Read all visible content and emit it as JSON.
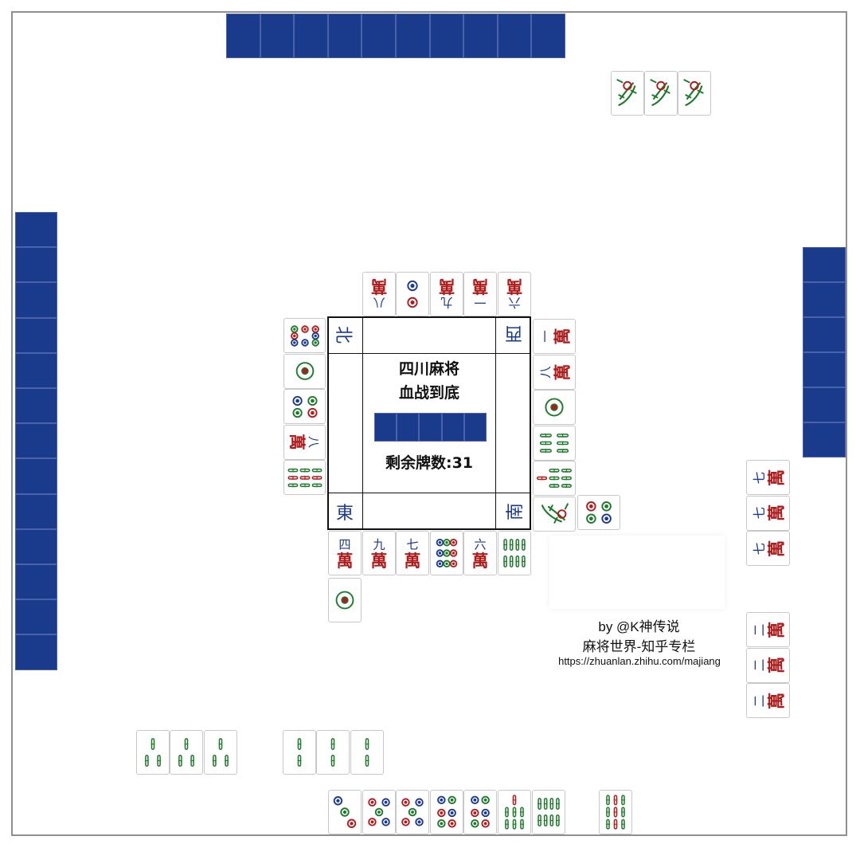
{
  "colors": {
    "back": "#1a3a8c",
    "wan_red": "#b01c1c",
    "bamboo_green": "#1d7a2a",
    "dot_blue": "#1b3a8f"
  },
  "game": {
    "title_line1": "四川麻将",
    "title_line2": "血战到底",
    "remaining_label": "剩余牌数:",
    "remaining_count": "31",
    "winds": {
      "north": "北",
      "west": "西",
      "east": "東",
      "south": "南"
    }
  },
  "credit": {
    "by": "by @K神传说",
    "column": "麻将世界-知乎专栏",
    "url": "https://zhuanlan.zhihu.com/majiang"
  },
  "hands": {
    "north_hidden_count": 10,
    "west_hidden_count": 13,
    "east_hidden_count": 6,
    "center_wall_count": 5
  },
  "tiles": {
    "north_meld": [
      "1条",
      "1条",
      "1条"
    ],
    "north_discards": [
      "8万",
      "2筒",
      "9万",
      "1万",
      "6万"
    ],
    "west_discards": [
      "8筒",
      "1筒",
      "4筒",
      "8万",
      "9条"
    ],
    "east_discards": [
      "1万",
      "8万",
      "1筒",
      "6条",
      "7条",
      "1条",
      "4筒"
    ],
    "south_discards": [
      "4万",
      "9万",
      "7万",
      "9筒",
      "6万",
      "8条",
      "1筒"
    ],
    "east_meld_top": [
      "7万",
      "7万",
      "7万"
    ],
    "east_meld_bottom": [
      "2万",
      "2万",
      "2万"
    ],
    "south_meld_left": [
      "3条",
      "3条",
      "3条"
    ],
    "south_meld_right": [
      "2条",
      "2条",
      "2条"
    ],
    "south_hand": [
      "3筒",
      "5筒",
      "5筒",
      "6筒",
      "6筒",
      "7条",
      "8条"
    ],
    "south_draw": [
      "9条"
    ]
  }
}
